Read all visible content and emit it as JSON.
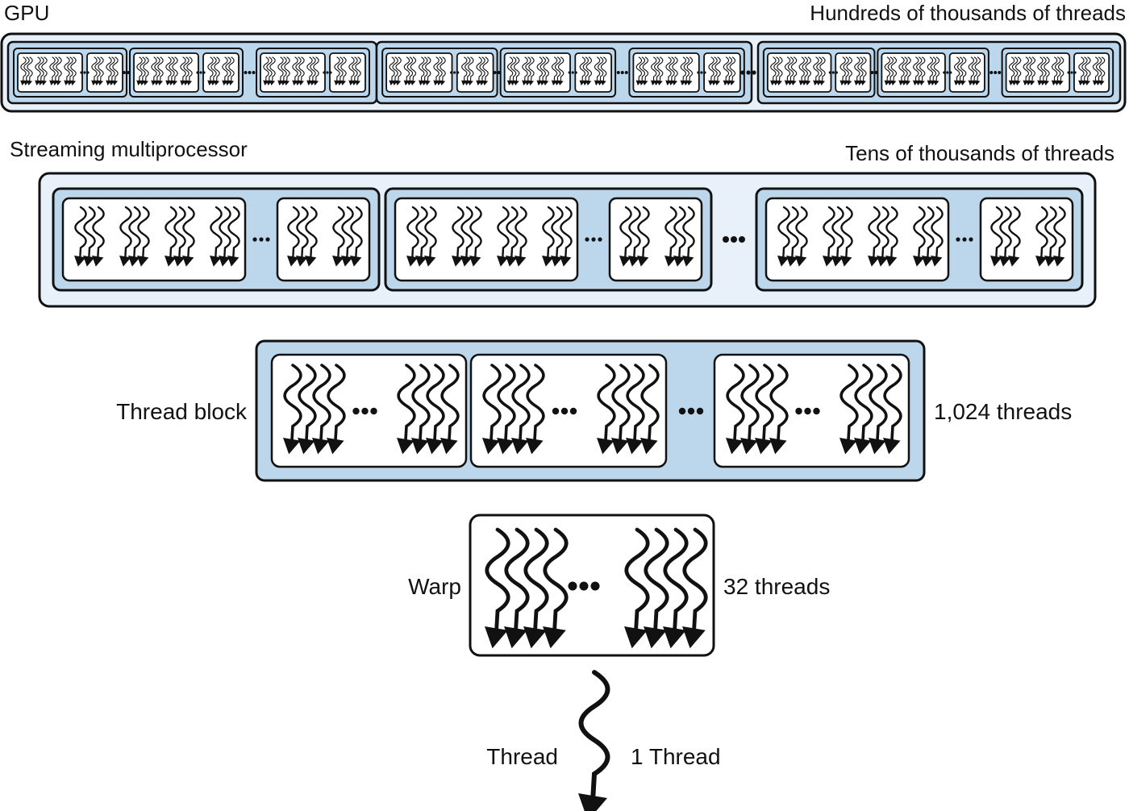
{
  "colors": {
    "outer_fill": "#e8f1f9",
    "mid_fill": "#bcd7ec",
    "inner_fill": "#ffffff",
    "stroke": "#111111"
  },
  "levels": {
    "gpu": {
      "label": "GPU",
      "count": "Hundreds of thousands of threads"
    },
    "sm": {
      "label": "Streaming multiprocessor",
      "count": "Tens of thousands of threads"
    },
    "block": {
      "label": "Thread block",
      "count": "1,024 threads"
    },
    "warp": {
      "label": "Warp",
      "count": "32 threads"
    },
    "thread": {
      "label": "Thread",
      "count": "1 Thread"
    }
  },
  "icons": {
    "thread": "wavy-arrow-icon",
    "ellipsis": "ellipsis-icon"
  }
}
